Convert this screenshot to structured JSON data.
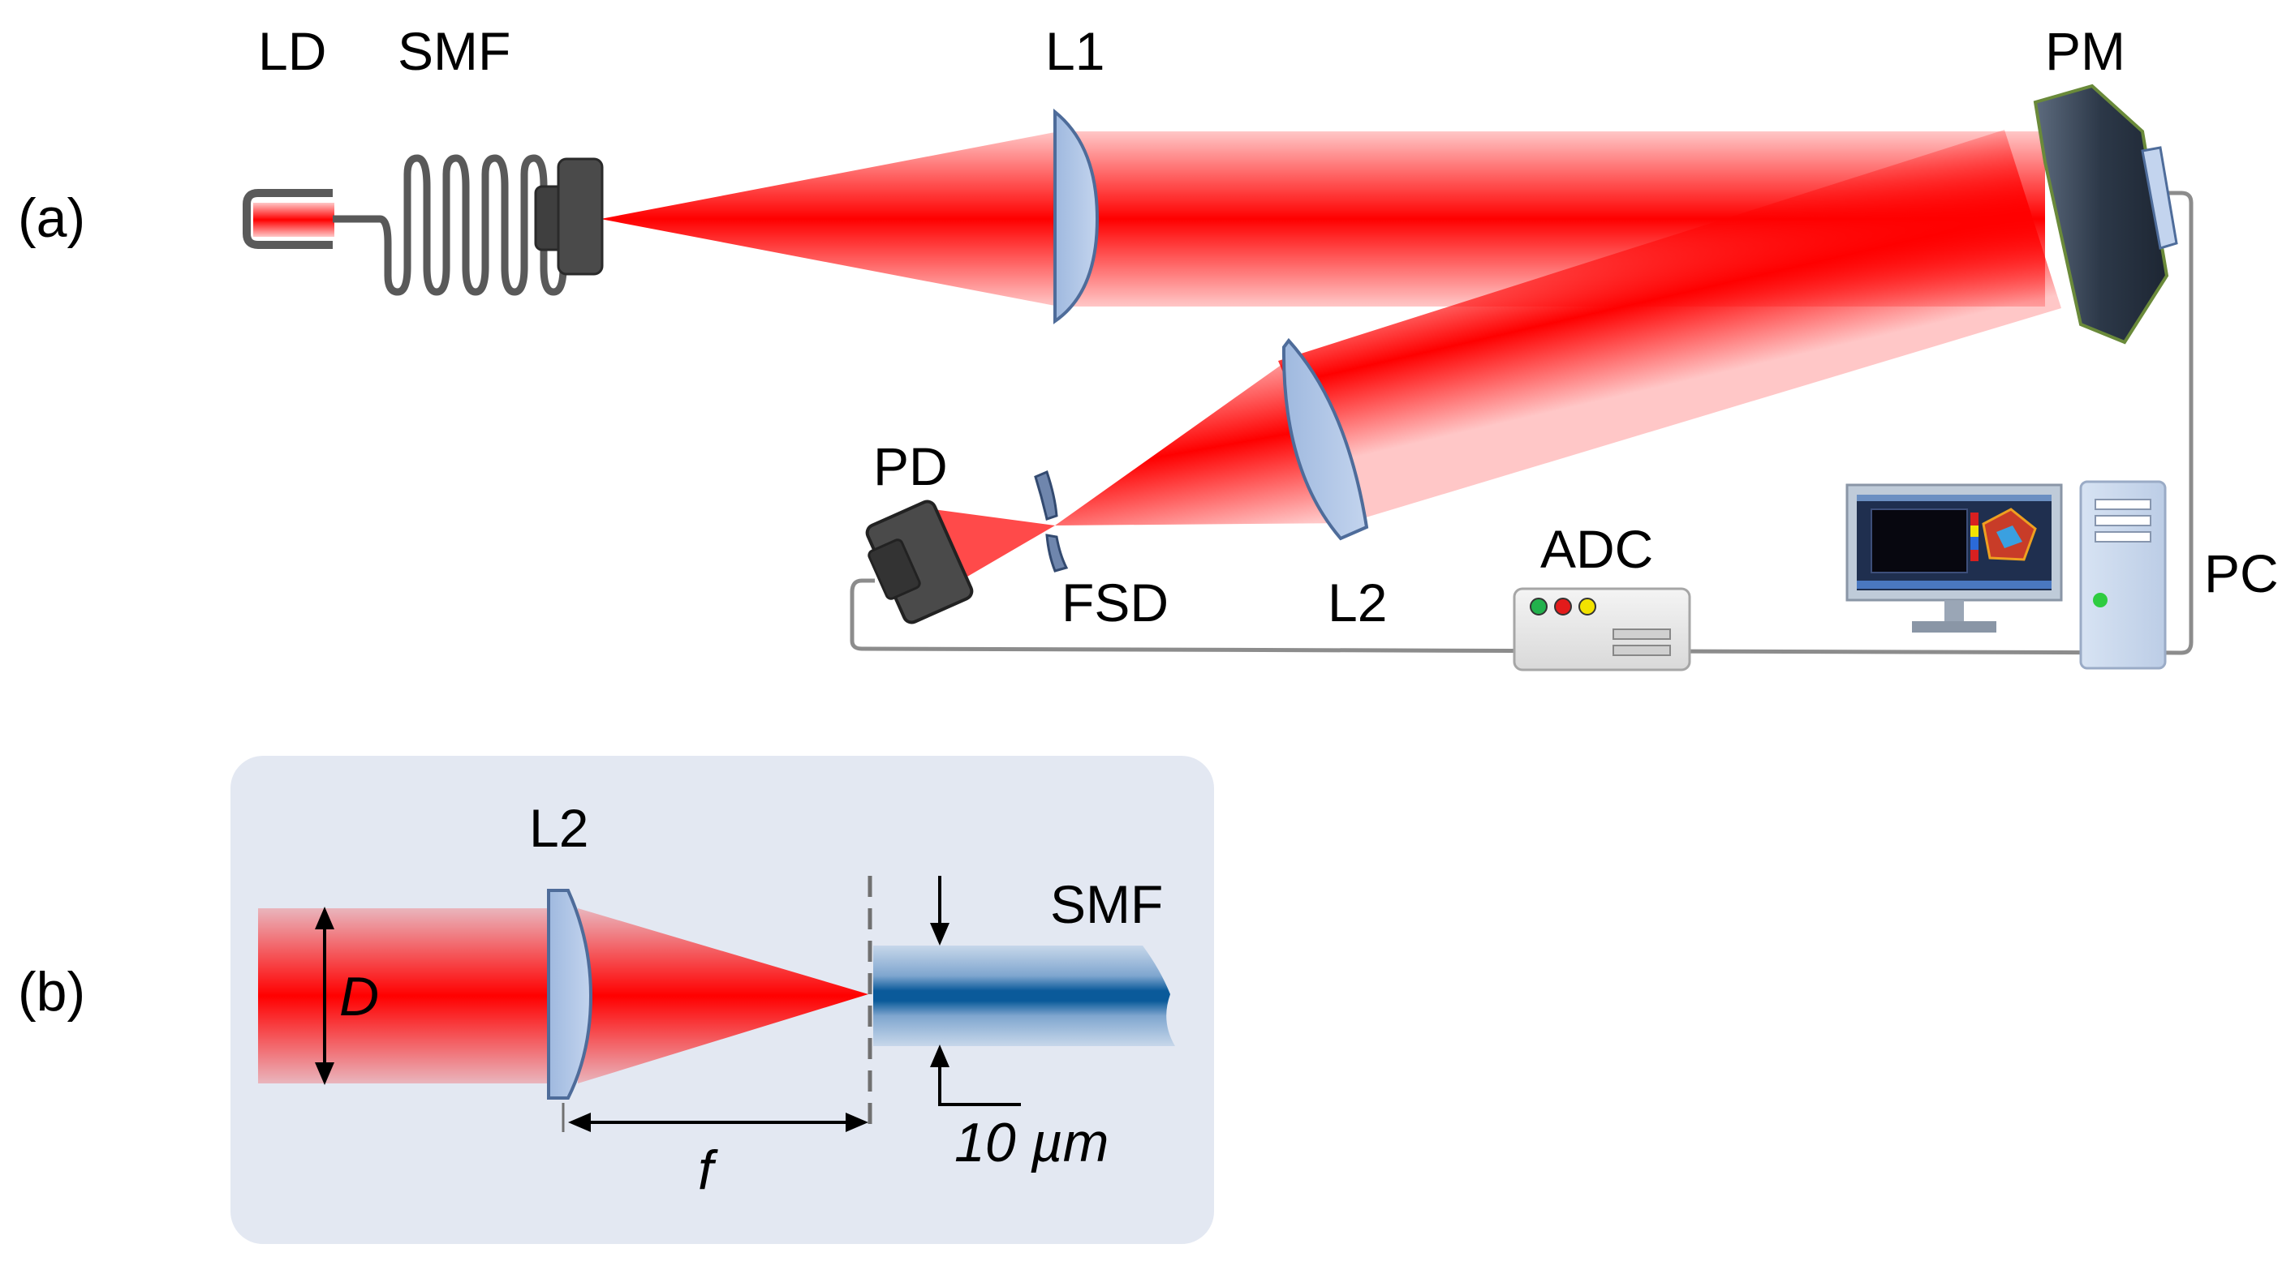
{
  "panels": {
    "a": "(a)",
    "b": "(b)"
  },
  "labels": {
    "ld": "LD",
    "smf": "SMF",
    "l1": "L1",
    "pm": "PM",
    "pd": "PD",
    "fsd": "FSD",
    "l2": "L2",
    "adc": "ADC",
    "pc": "PC"
  },
  "inset": {
    "l2": "L2",
    "smf": "SMF",
    "beam_diameter": "D",
    "focal_length": "f",
    "core_size": "10 µm"
  },
  "colors": {
    "beam": "#ff0000",
    "lens": "#a9c1e3",
    "device": "#454545",
    "cable": "#7f7f7f",
    "inset_bg": "#e3e8f2",
    "fiber_core": "#0a5a9a",
    "mirror": "#2e3a4a"
  }
}
